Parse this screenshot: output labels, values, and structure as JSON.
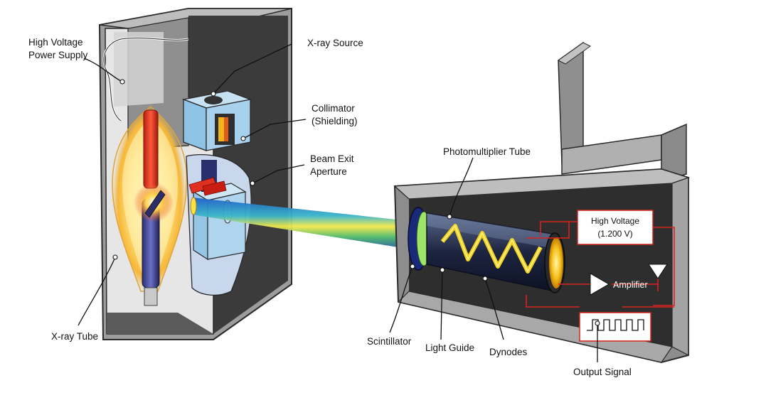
{
  "labels": {
    "hv_supply_line1": "High Voltage",
    "hv_supply_line2": "Power Supply",
    "xray_source": "X-ray Source",
    "collimator_line1": "Collimator",
    "collimator_line2": "(Shielding)",
    "beam_exit_line1": "Beam Exit",
    "beam_exit_line2": "Aperture",
    "xray_tube": "X-ray Tube",
    "photomultiplier_tube": "Photomultiplier Tube",
    "high_voltage_line1": "High Voltage",
    "high_voltage_line2": "(1.200 V)",
    "amplifier": "Amplifier",
    "scintillator": "Scintillator",
    "light_guide": "Light Guide",
    "dynodes": "Dynodes",
    "output_signal": "Output Signal"
  },
  "colors": {
    "housing": "#9a9a9a",
    "housing_dark": "#3a3a3a",
    "beam_yellow": "#f3e84a",
    "beam_blue": "#1f6fd0",
    "wire_red": "#d9231f",
    "collimator_blue": "#8fc3e6"
  }
}
